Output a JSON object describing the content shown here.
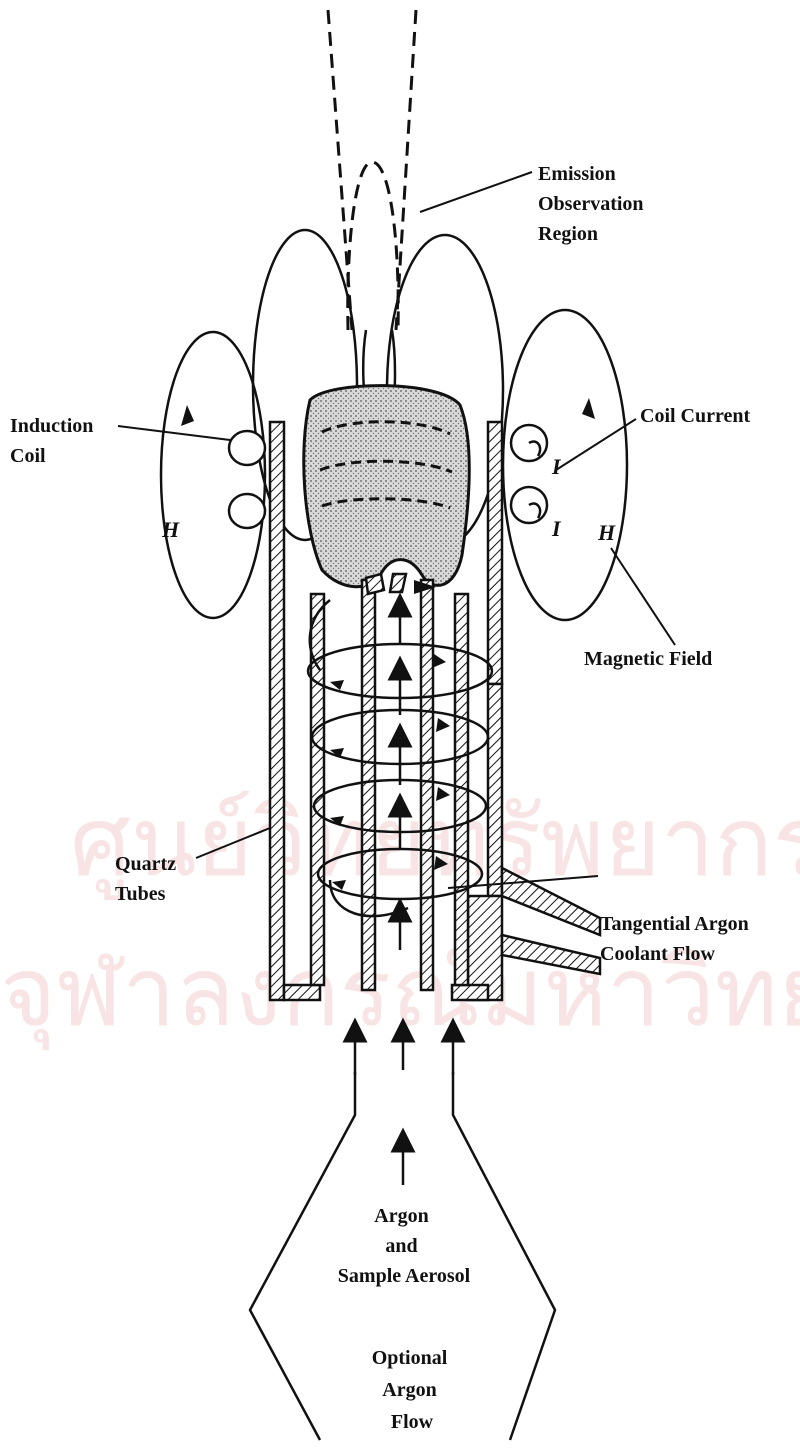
{
  "labels": {
    "emission": [
      "Emission",
      "Observation",
      "Region"
    ],
    "induction_coil": [
      "Induction",
      "Coil"
    ],
    "coil_current": "Coil Current",
    "h_left": "H",
    "h_right": "H",
    "current_top": "I",
    "current_bottom": "I",
    "magnetic_field": "Magnetic Field",
    "quartz_tubes": [
      "Quartz",
      "Tubes"
    ],
    "tangential_argon": [
      "Tangential Argon",
      "Coolant Flow"
    ],
    "argon_aerosol": [
      "Argon",
      "and",
      "Sample Aerosol"
    ],
    "optional_argon": [
      "Optional",
      "Argon",
      "Flow"
    ]
  },
  "watermark": {
    "line1": "ศูนย์วิทยทรัพยากร",
    "line2": "จุฬาลงกรณ์มหาวิทยาลัย"
  }
}
